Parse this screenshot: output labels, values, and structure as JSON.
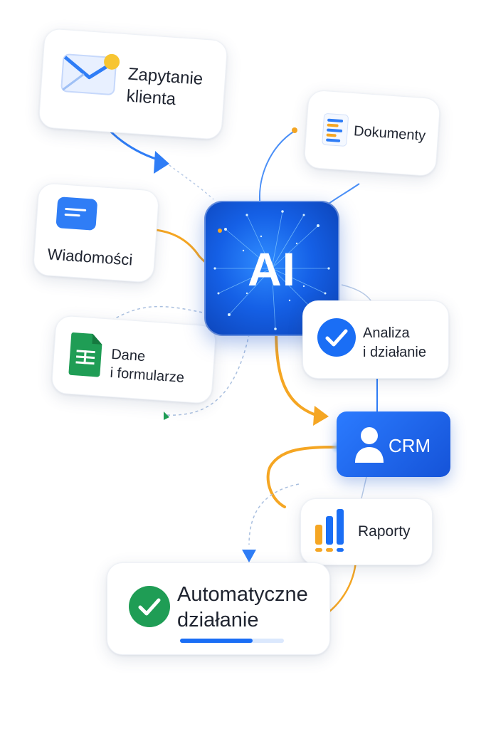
{
  "nodes": {
    "inquiry": {
      "label_line1": "Zapytanie",
      "label_line2": "klienta",
      "icon": "envelope-icon"
    },
    "documents": {
      "label": "Dokumenty",
      "icon": "document-list-icon"
    },
    "messages": {
      "label": "Wiadomości",
      "icon": "chat-message-icon"
    },
    "data_forms": {
      "label_line1": "Dane",
      "label_line2": "i formularze",
      "icon": "spreadsheet-icon"
    },
    "ai": {
      "label": "AI"
    },
    "analysis": {
      "label_line1": "Analiza",
      "label_line2": "i działanie",
      "icon": "check-circle-icon"
    },
    "crm": {
      "label": "CRM",
      "icon": "user-icon"
    },
    "reports": {
      "label": "Raporty",
      "icon": "bar-chart-icon"
    },
    "automatic": {
      "label_line1": "Automatyczne",
      "label_line2": "działanie",
      "icon": "check-circle-green-icon",
      "progress": 0.7
    }
  },
  "colors": {
    "primary_blue": "#1a6ef5",
    "accent_orange": "#f5a623",
    "success_green": "#1f9d55",
    "text_dark": "#1f2430"
  }
}
